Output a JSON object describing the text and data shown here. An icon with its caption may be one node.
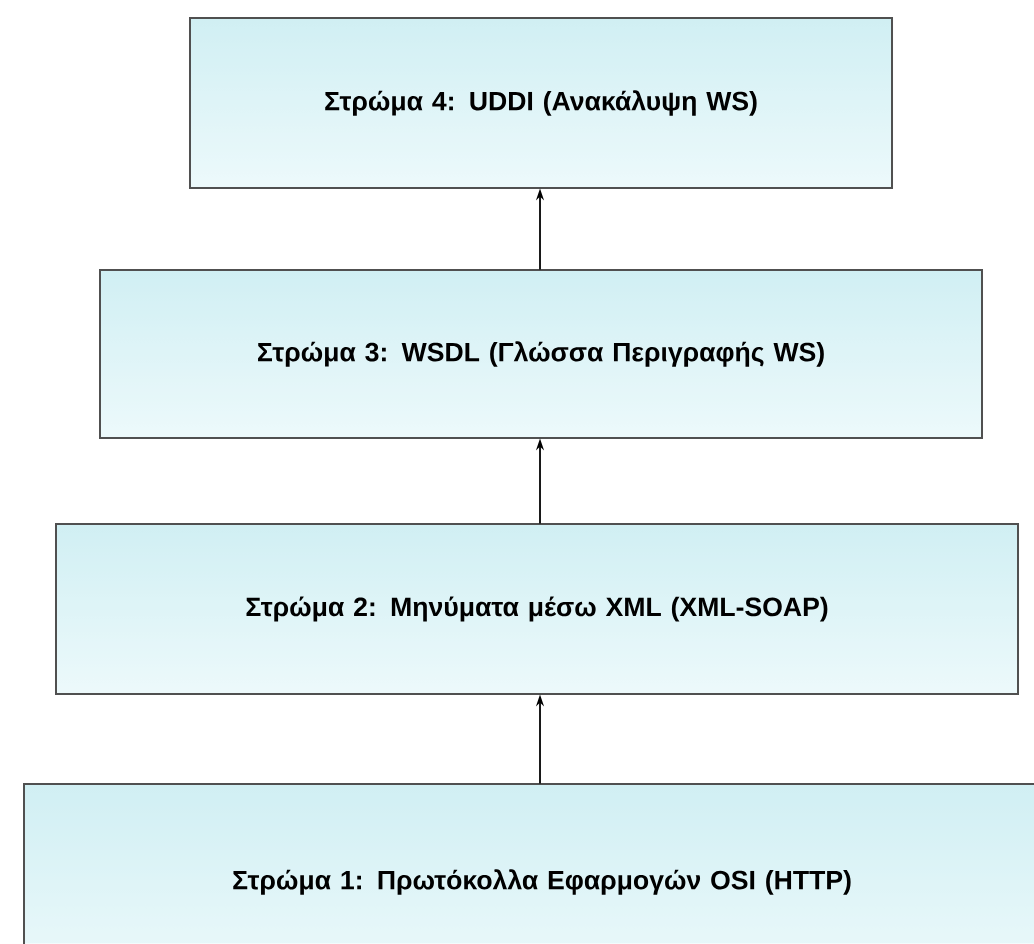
{
  "diagram": {
    "nodes": [
      {
        "text": [
          "Στρώμα 4: UDDI (Ανακάλυψη WS)"
        ]
      },
      {
        "text": [
          "Στρώμα 3: WSDL (Γλώσσα Περιγραφής WS)"
        ]
      },
      {
        "text": [
          "Στρώμα 2: Μηνύματα μέσω XML (XML-SOAP)"
        ]
      },
      {
        "text": [
          "Στρώμα 1: Πρωτόκολλα Εφαρμογών OSI (HTTP)"
        ]
      }
    ],
    "edges": [
      {
        "from": 1,
        "to": 0,
        "arrow": "to"
      },
      {
        "from": 2,
        "to": 1,
        "arrow": "to"
      },
      {
        "from": 3,
        "to": 2,
        "arrow": "to"
      }
    ]
  }
}
